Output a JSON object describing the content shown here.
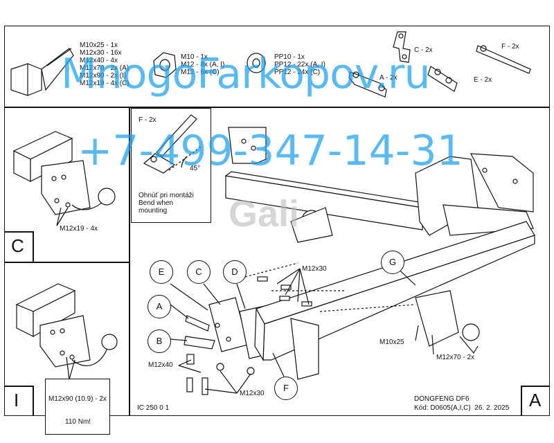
{
  "hardware": {
    "bolts": [
      "M10x25 - 1x",
      "M12x30 - 16x",
      "M12x40 - 4x",
      "M12x70 - 2x (A)",
      "M12x90 - 2x (I)",
      "M12x19 - 4x (C)"
    ],
    "nuts": [
      "M10 - 1x",
      "M12 - 8x (A, I)",
      "M12 - 6x (C)"
    ],
    "washers": [
      "PP10 - 1x",
      "PP12 - 22x (A, I)",
      "PP12 - 24x (C)"
    ],
    "part_c": "C - 2x",
    "part_a": "A - 2x",
    "part_f": "F - 2x",
    "part_e": "E - 2x"
  },
  "watermark": {
    "site": "MnogoFarkopov.ru",
    "phone": "+7-499-347-14-31",
    "brand": "Gali"
  },
  "panel_c": {
    "label": "C",
    "bolt_note": "M12x19 - 4x"
  },
  "panel_f": {
    "title": "F - 2x",
    "angle": "45°",
    "note": [
      "Ohnúť pri montáži",
      "Bend when",
      "mounting"
    ]
  },
  "panel_i": {
    "label": "I",
    "note": [
      "M12x90 (10.9) - 2x",
      "110 Nm!"
    ]
  },
  "main": {
    "label": "A",
    "callouts": [
      "E",
      "C",
      "D",
      "A",
      "B",
      "F",
      "G"
    ],
    "bolt_m12x30_top": "M12x30",
    "bolt_m12x30_bottom": "M12x30",
    "bolt_m12x40": "M12x40",
    "bolt_m10x25": "M10x25",
    "bolt_m12x70": "M12x70 - 2x"
  },
  "footer": {
    "drawing_no": "IC 250 0 1",
    "model": "DONGFENG DF6",
    "code": "Kód: D0605(A,I,C)  26. 2. 2025"
  }
}
